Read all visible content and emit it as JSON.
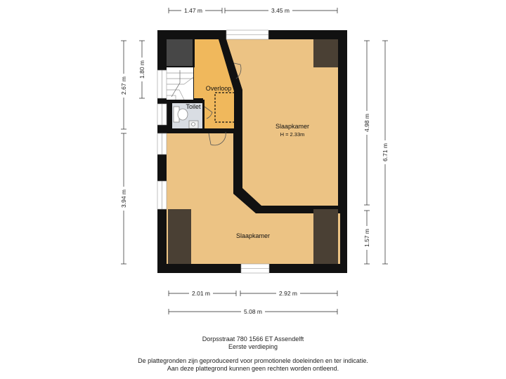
{
  "rooms": {
    "slaapkamer_top": "Slaapkamer",
    "slaapkamer_top_height": "H = 2.33m",
    "slaapkamer_bottom": "Slaapkamer",
    "overloop": "Overloop",
    "toilet": "Toilet"
  },
  "dimensions": {
    "top_left": "1.47 m",
    "top_right": "3.45 m",
    "bottom_left": "2.01 m",
    "bottom_right": "2.92 m",
    "bottom_total": "5.08 m",
    "left_upper_outer": "2.67 m",
    "left_upper_inner": "1.80 m",
    "left_lower": "3.94 m",
    "right_upper": "4.98 m",
    "right_lower": "1.57 m",
    "right_total": "6.71 m"
  },
  "footer": {
    "address": "Dorpsstraat 780 1566 ET Assendelft",
    "floor": "Eerste verdieping",
    "disclaimer_1": "De plattegronden zijn geproduceerd voor promotionele doeleinden en ter indicatie.",
    "disclaimer_2": "Aan deze plattegrond kunnen geen rechten worden ontleend."
  },
  "colors": {
    "wall": "#111111",
    "floor": "#ecc384",
    "landing": "#f0b85c",
    "closet": "#4a4034",
    "toilet_floor": "#d9dde3",
    "window": "#b9bfc4"
  }
}
